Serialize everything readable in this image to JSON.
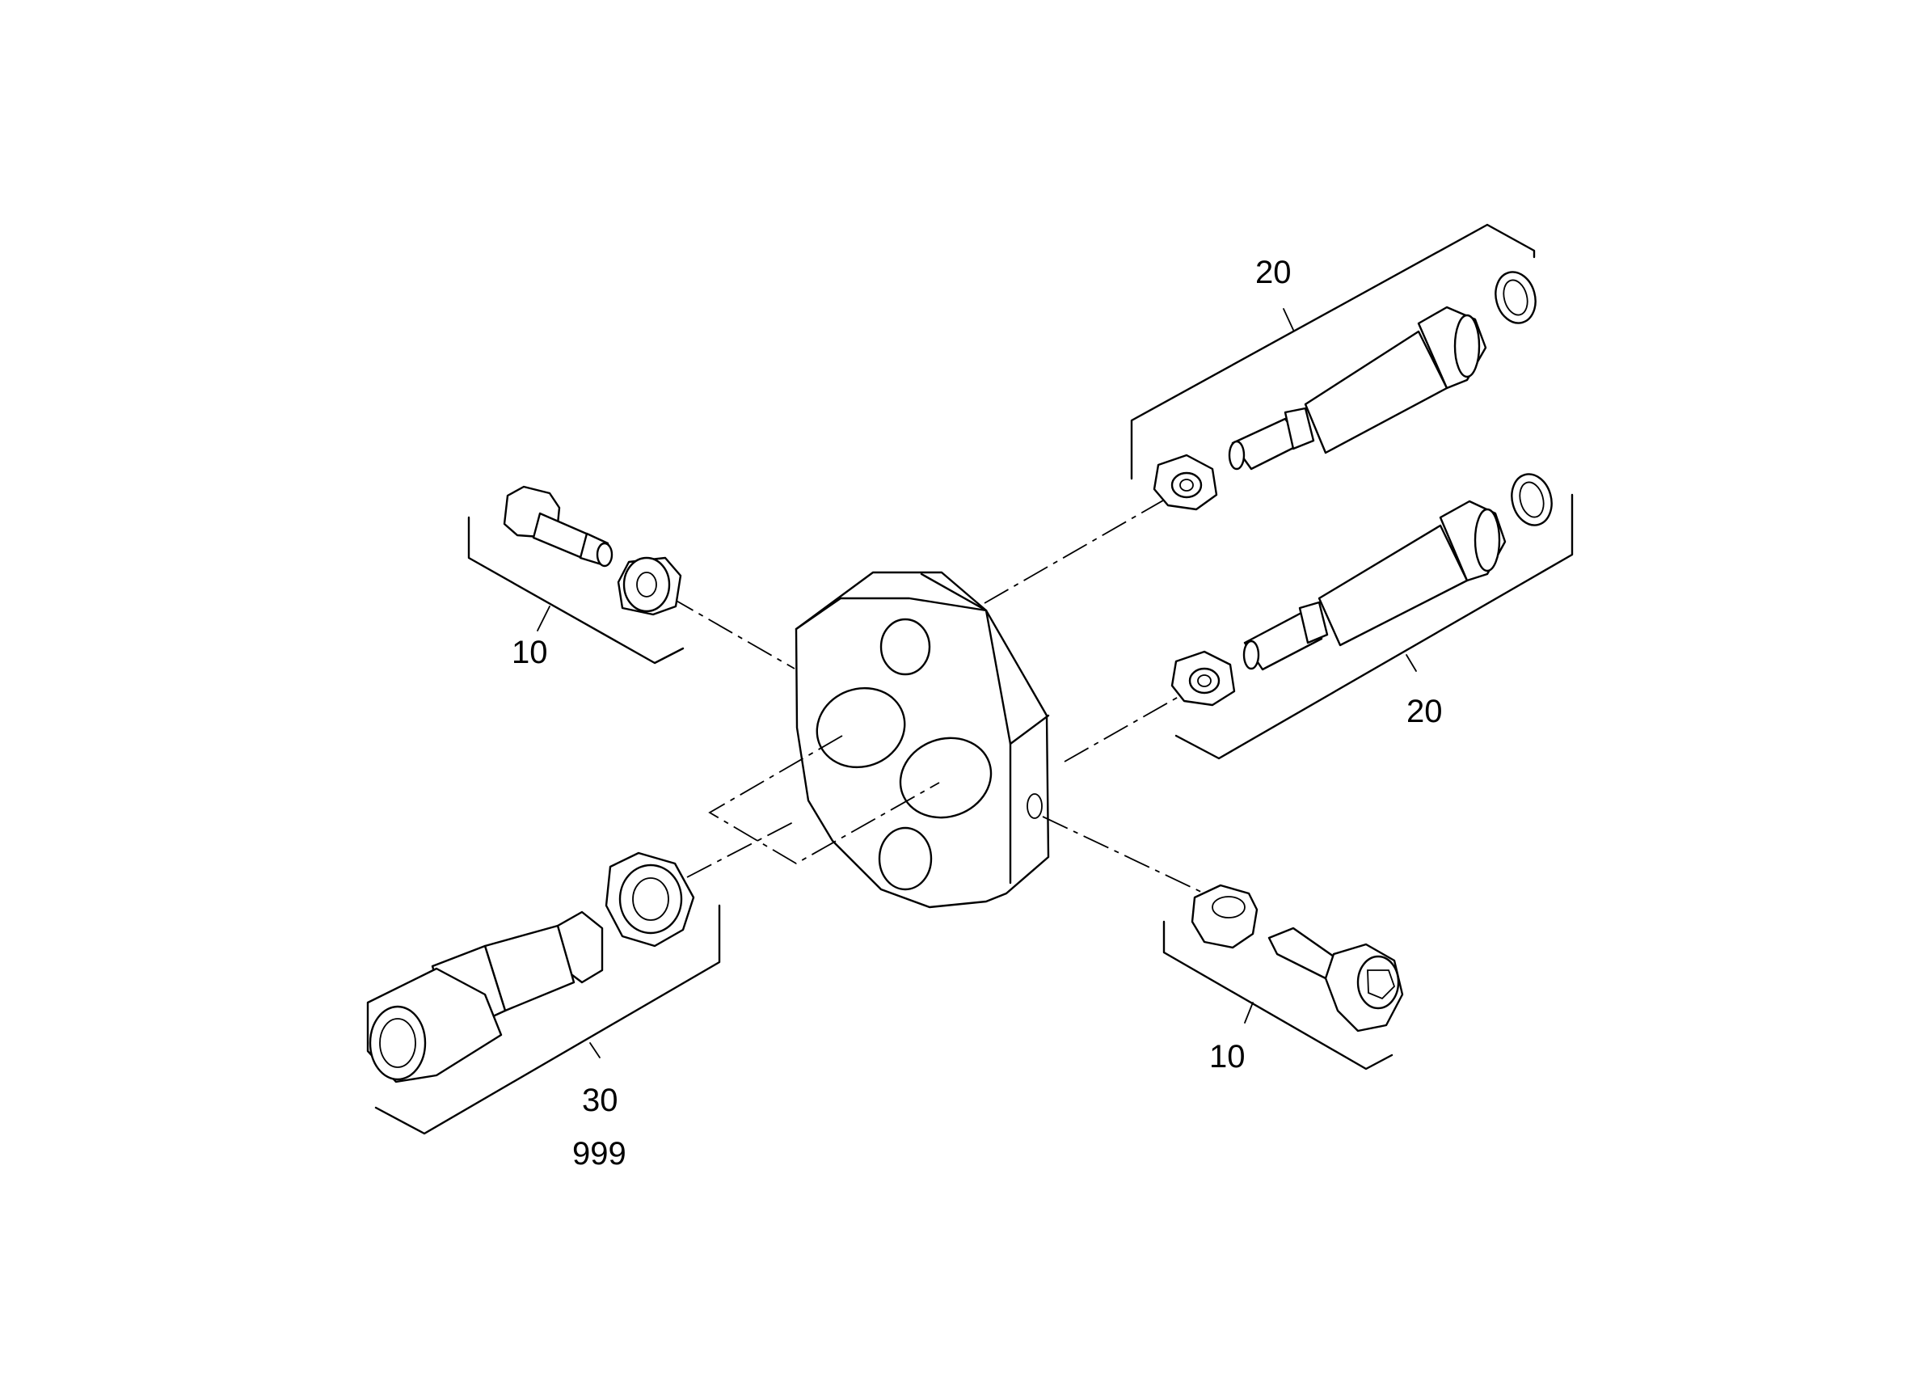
{
  "callouts": {
    "upper_right_group": "20",
    "middle_right_group": "20",
    "upper_left_group": "10",
    "lower_right_group": "10",
    "lower_left_group": "30",
    "lower_left_group_secondary": "999"
  }
}
